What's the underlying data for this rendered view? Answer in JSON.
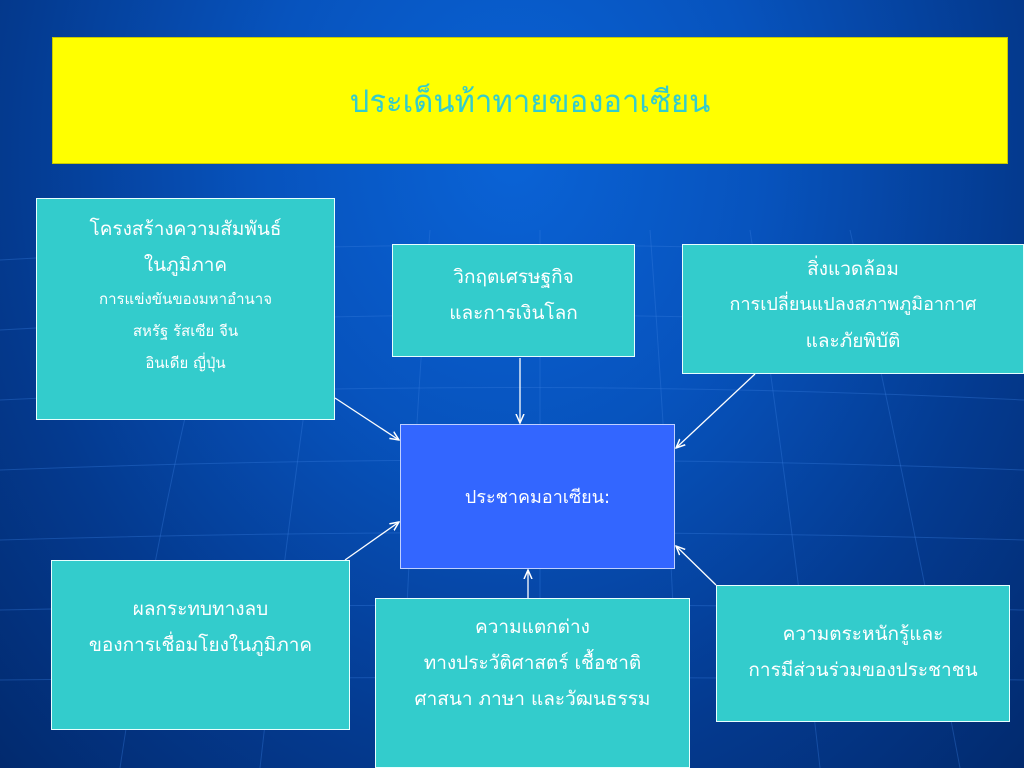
{
  "title": "ประเด็นท้าทายของอาเซียน",
  "center": "ประชาคมอาเซียน:",
  "boxes": {
    "structure": {
      "line1": "โครงสร้างความสัมพันธ์",
      "line2": "ในภูมิภาค",
      "line3": "การแข่งขันของมหาอำนาจ",
      "line4": "สหรัฐ รัสเซีย จีน",
      "line5": "อินเดีย ญี่ปุ่น"
    },
    "crisis": {
      "line1": "วิกฤตเศรษฐกิจ",
      "line2": "และการเงินโลก"
    },
    "environment": {
      "line1": "สิ่งแวดล้อม",
      "line2": "การเปลี่ยนแปลงสภาพภูมิอากาศ",
      "line3": "และภัยพิบัติ"
    },
    "negative": {
      "line1": "ผลกระทบทางลบ",
      "line2": "ของการเชื่อมโยงในภูมิภาค"
    },
    "differences": {
      "line1": "ความแตกต่าง",
      "line2": "ทางประวัติศาสตร์ เชื้อชาติ",
      "line3": "ศาสนา ภาษา และวัฒนธรรม"
    },
    "awareness": {
      "line1": "ความตระหนักรู้และ",
      "line2": "การมีส่วนร่วมของประชาชน"
    }
  }
}
